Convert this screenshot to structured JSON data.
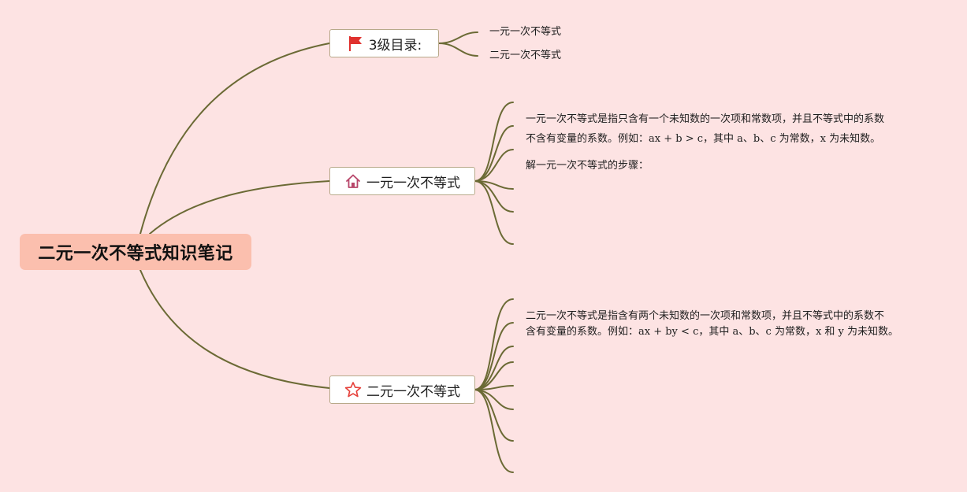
{
  "root": {
    "title": "二元一次不等式知识笔记"
  },
  "topics": [
    {
      "label": "3级目录:",
      "icon": "red-flag-icon",
      "children": [
        "一元一次不等式",
        "二元一次不等式"
      ]
    },
    {
      "label": "一元一次不等式",
      "icon": "home-icon",
      "children": [
        "一元一次不等式是指只含有一个未知数的一次项和常数项，并且不等式中的系数",
        "不含有变量的系数。例如：ax + b > c，其中 a、b、c 为常数，x 为未知数。",
        "解一元一次不等式的步骤："
      ]
    },
    {
      "label": "二元一次不等式",
      "icon": "star-icon",
      "children": [
        "二元一次不等式是指含有两个未知数的一次项和常数项，并且不等式中的系数不",
        "含有变量的系数。例如：ax + by < c，其中 a、b、c 为常数，x 和 y 为未知数。"
      ]
    }
  ],
  "colors": {
    "background": "#fde3e3",
    "root_fill": "#fbbfae",
    "connector": "#6b6a35",
    "topic_border": "#b8a98a",
    "flag": "#e0322f",
    "home": "#b8466a",
    "star": "#e6403a"
  }
}
